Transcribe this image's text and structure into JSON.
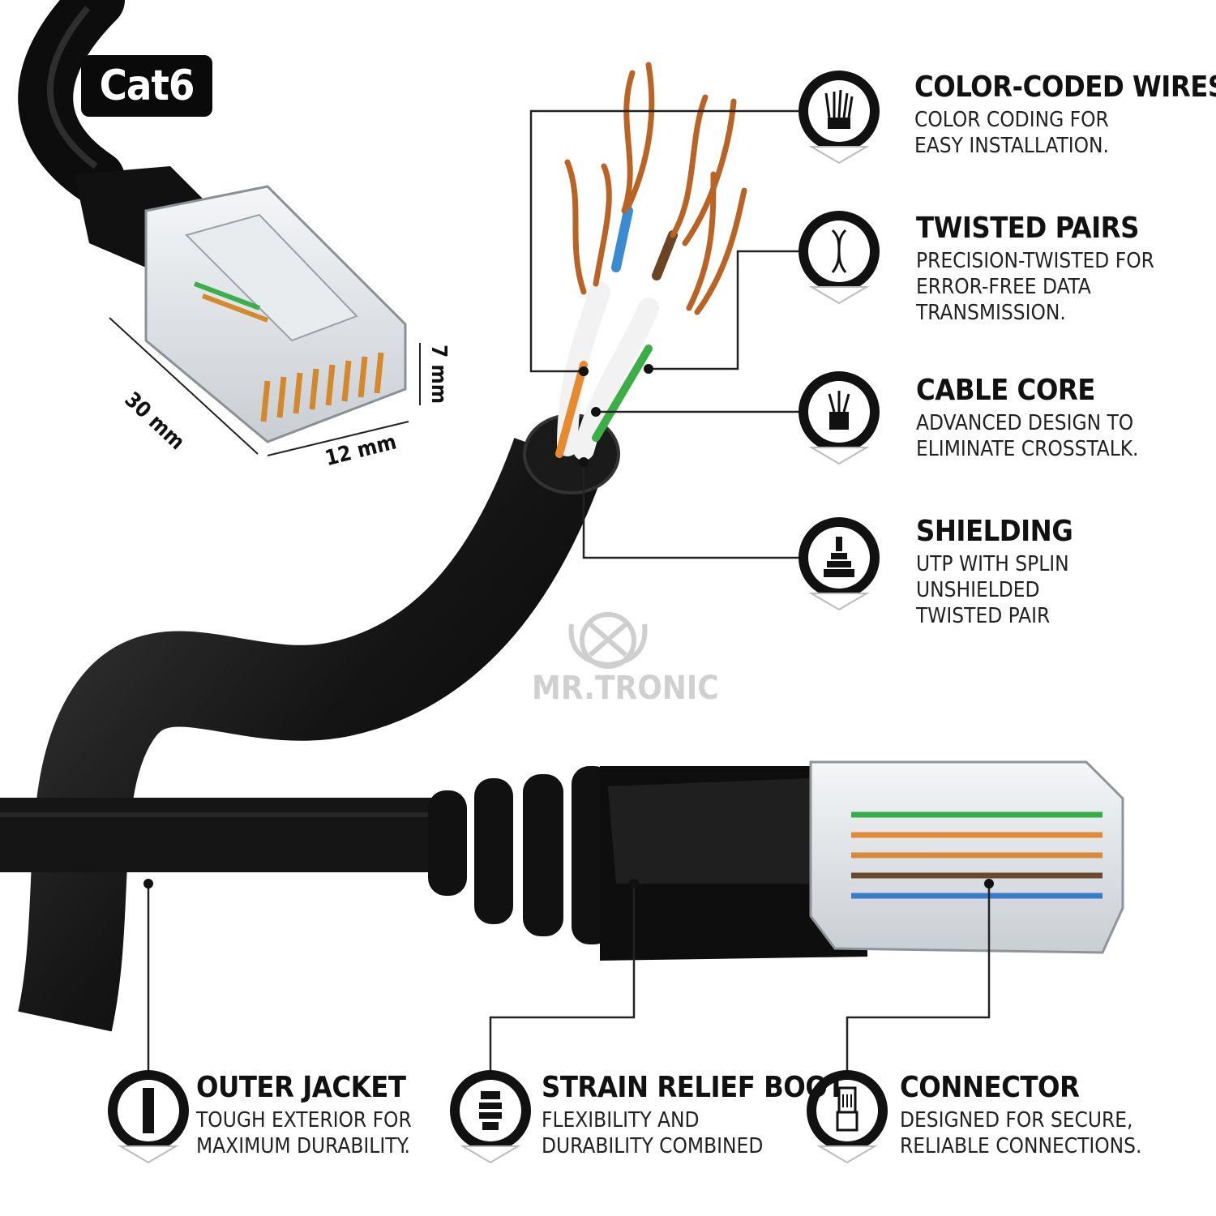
{
  "badge": "Cat6",
  "dimensions": {
    "length": "30 mm",
    "width": "12 mm",
    "height": "7 mm"
  },
  "brand": "MR.TRONIC",
  "features": [
    {
      "key": "color-coded-wires",
      "title": "COLOR-CODED WIRES",
      "desc": "COLOR CODING FOR\nEASY INSTALLATION.",
      "icon": "wires-bundle-icon"
    },
    {
      "key": "twisted-pairs",
      "title": "TWISTED PAIRS",
      "desc": "PRECISION-TWISTED FOR\nERROR-FREE DATA\nTRANSMISSION.",
      "icon": "twisted-pair-icon"
    },
    {
      "key": "cable-core",
      "title": "CABLE CORE",
      "desc": "ADVANCED DESIGN TO\nELIMINATE CROSSTALK.",
      "icon": "cable-core-icon"
    },
    {
      "key": "shielding",
      "title": "SHIELDING",
      "desc": "UTP WITH SPLIN\nUNSHIELDED\nTWISTED PAIR",
      "icon": "shielding-icon"
    },
    {
      "key": "outer-jacket",
      "title": "OUTER JACKET",
      "desc": "TOUGH EXTERIOR FOR\nMAXIMUM DURABILITY.",
      "icon": "outer-jacket-icon"
    },
    {
      "key": "strain-relief-boot",
      "title": "STRAIN RELIEF BOOT",
      "desc": "FLEXIBILITY AND\nDURABILITY COMBINED",
      "icon": "boot-icon"
    },
    {
      "key": "connector",
      "title": "CONNECTOR",
      "desc": "DESIGNED FOR SECURE,\nRELIABLE CONNECTIONS.",
      "icon": "connector-icon"
    }
  ],
  "colors": {
    "cable": "#141414",
    "copper": "#c0682a",
    "accent": "#111111"
  }
}
